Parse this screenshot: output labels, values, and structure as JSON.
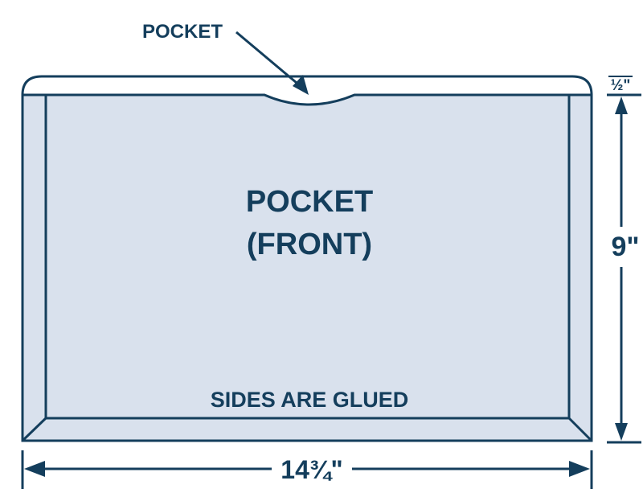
{
  "diagram": {
    "callout_label": "POCKET",
    "title_line1": "POCKET",
    "title_line2": "(FRONT)",
    "note": "SIDES ARE GLUED",
    "dim_width": "14¾\"",
    "dim_height": "9\"",
    "dim_lip": "½\""
  },
  "colors": {
    "stroke": "#143e5c",
    "fill": "#d9e1ed",
    "text": "#143e5c"
  }
}
